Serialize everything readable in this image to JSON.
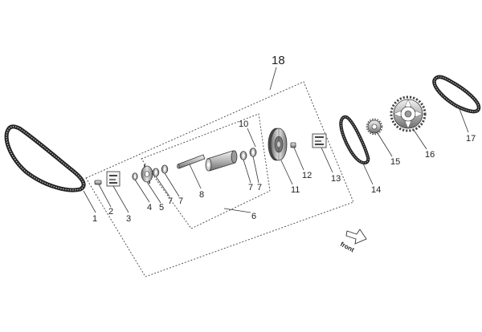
{
  "callouts": {
    "c1": "1",
    "c2": "2",
    "c3": "3",
    "c4": "4",
    "c5": "5",
    "c6": "6",
    "c7a": "7",
    "c7b": "7",
    "c7c": "7",
    "c7d": "7",
    "c8": "8",
    "c10": "10",
    "c11": "11",
    "c12": "12",
    "c13": "13",
    "c14": "14",
    "c15": "15",
    "c16": "16",
    "c17": "17",
    "c18": "18"
  },
  "front_label": "front",
  "colors": {
    "line": "#333333",
    "metal_light": "#d9d9d9",
    "metal_mid": "#a8a8a8",
    "metal_dark": "#555555"
  }
}
